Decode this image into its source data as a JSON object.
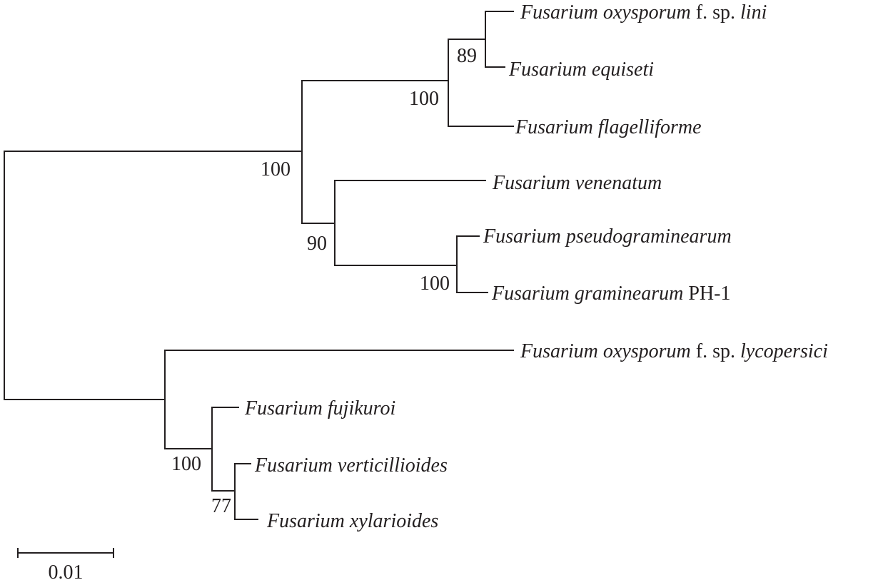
{
  "tree": {
    "leaves": [
      {
        "id": "foxl",
        "genus": "Fusarium",
        "species": "oxysporum",
        "suffix": " f. sp. ",
        "suffix_italic": "lini"
      },
      {
        "id": "feq",
        "genus": "Fusarium",
        "species": "equiseti",
        "suffix": "",
        "suffix_italic": ""
      },
      {
        "id": "ffl",
        "genus": "Fusarium",
        "species": "flagelliforme",
        "suffix": "",
        "suffix_italic": ""
      },
      {
        "id": "fve",
        "genus": "Fusarium",
        "species": "venenatum",
        "suffix": "",
        "suffix_italic": ""
      },
      {
        "id": "fps",
        "genus": "Fusarium",
        "species": "pseudograminearum",
        "suffix": "",
        "suffix_italic": ""
      },
      {
        "id": "fgr",
        "genus": "Fusarium",
        "species": "graminearum",
        "suffix": " PH-1",
        "suffix_italic": ""
      },
      {
        "id": "foxly",
        "genus": "Fusarium",
        "species": "oxysporum",
        "suffix": " f. sp. ",
        "suffix_italic": "lycopersici"
      },
      {
        "id": "ffu",
        "genus": "Fusarium",
        "species": "fujikuroi",
        "suffix": "",
        "suffix_italic": ""
      },
      {
        "id": "fvr",
        "genus": "Fusarium",
        "species": "verticillioides",
        "suffix": "",
        "suffix_italic": ""
      },
      {
        "id": "fxy",
        "genus": "Fusarium",
        "species": "xylarioides",
        "suffix": "",
        "suffix_italic": ""
      }
    ],
    "support_values": {
      "n_lini_equiseti": "89",
      "n_lini_flag": "100",
      "n_upper_fus": "100",
      "n_ven_gram": "90",
      "n_pseudo_gram": "100",
      "n_fuji_group": "100",
      "n_vert_xyl": "77"
    },
    "scale_bar": {
      "label": "0.01"
    }
  }
}
